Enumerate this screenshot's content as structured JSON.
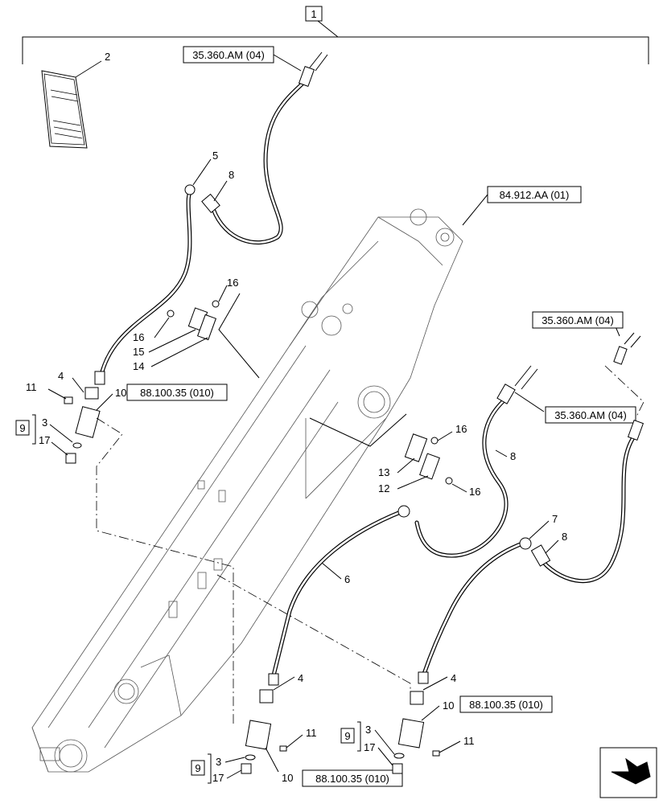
{
  "diagram": {
    "item_numbers": [
      "1",
      "2",
      "3",
      "3",
      "3",
      "4",
      "4",
      "4",
      "5",
      "6",
      "7",
      "8",
      "8",
      "8",
      "9",
      "9",
      "9",
      "10",
      "10",
      "10",
      "11",
      "11",
      "11",
      "12",
      "13",
      "14",
      "15",
      "16",
      "16",
      "16",
      "16",
      "17",
      "17",
      "17"
    ],
    "references": {
      "hose_top": "35.360.AM (04)",
      "boom": "84.912.AA (01)",
      "hose_right_top": "35.360.AM (04)",
      "hose_right_mid": "35.360.AM (04)",
      "valve_left": "88.100.35 (010)",
      "valve_bottom_mid": "88.100.35 (010)",
      "valve_bottom_right": "88.100.35 (010)"
    },
    "boxed_numbers": [
      "1",
      "9",
      "9",
      "9"
    ],
    "icons": [
      "manual-booklet-icon",
      "navigation-arrow-icon"
    ]
  }
}
